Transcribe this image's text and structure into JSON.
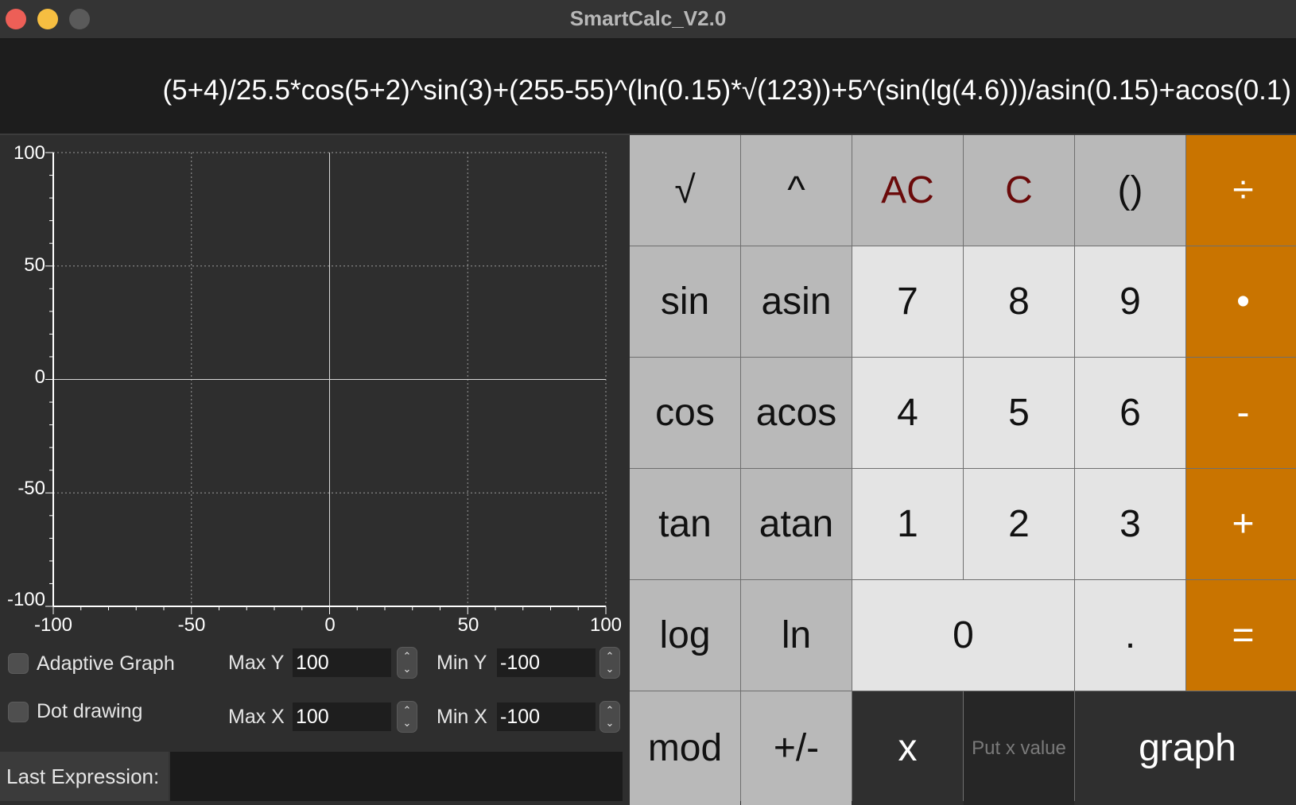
{
  "window": {
    "title": "SmartCalc_V2.0"
  },
  "display": {
    "expression": "(5+4)/25.5*cos(5+2)^sin(3)+(255-55)^(ln(0.15)*√(123))+5^(sin(lg(4.6)))/asin(0.15)+acos(0.1)"
  },
  "graph": {
    "y_ticks": [
      "100",
      "50",
      "0",
      "-50",
      "-100"
    ],
    "x_ticks": [
      "-100",
      "-50",
      "0",
      "50",
      "100"
    ],
    "x_range": [
      -100,
      100
    ],
    "y_range": [
      -100,
      100
    ]
  },
  "controls": {
    "adaptive_graph_label": "Adaptive Graph",
    "dot_drawing_label": "Dot drawing",
    "max_y_label": "Max Y",
    "max_y_value": "100",
    "min_y_label": "Min Y",
    "min_y_value": "-100",
    "max_x_label": "Max X",
    "max_x_value": "100",
    "min_x_label": "Min X",
    "min_x_value": "-100",
    "last_expression_label": "Last Expression:",
    "last_expression_value": ""
  },
  "keypad": {
    "sqrt": "√",
    "pow": "^",
    "ac": "AC",
    "c": "C",
    "paren": "()",
    "div": "÷",
    "sin": "sin",
    "asin": "asin",
    "k7": "7",
    "k8": "8",
    "k9": "9",
    "mul": "•",
    "cos": "cos",
    "acos": "acos",
    "k4": "4",
    "k5": "5",
    "k6": "6",
    "sub": "-",
    "tan": "tan",
    "atan": "atan",
    "k1": "1",
    "k2": "2",
    "k3": "3",
    "add": "+",
    "log": "log",
    "ln": "ln",
    "k0": "0",
    "dot": ".",
    "eq": "=",
    "mod": "mod",
    "neg": "+/-",
    "x": "x",
    "x_placeholder": "Put x value",
    "graph": "graph"
  },
  "colors": {
    "operator": "#c97400",
    "clear_text": "#6a0a0a",
    "number_key": "#e4e4e4",
    "function_key": "#b9b9b9"
  }
}
